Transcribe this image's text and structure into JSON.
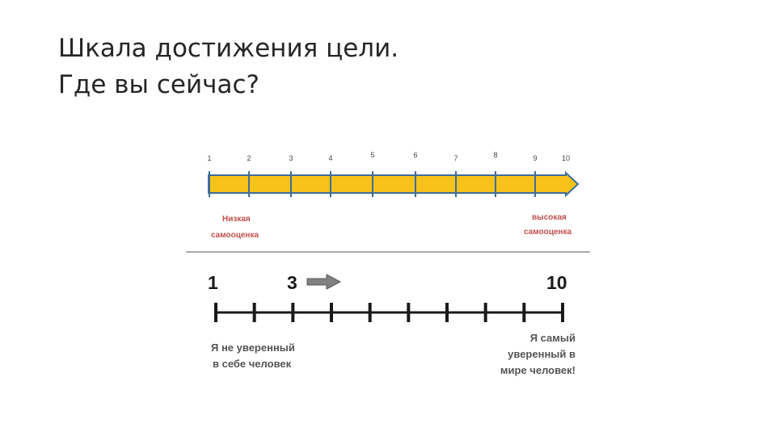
{
  "slide": {
    "title_line1": "Шкала достижения цели.",
    "title_line2": "Где вы сейчас?"
  },
  "colors": {
    "bar_fill": "#f7c21a",
    "bar_border": "#3f6d9a",
    "low_high_text": "#c0504d",
    "scale_line": "#1a1a1a",
    "arrow": "#808080"
  },
  "top_scale": {
    "ticks": [
      "1",
      "2",
      "3",
      "4",
      "5",
      "6",
      "7",
      "8",
      "9",
      "10"
    ],
    "left_label_line1": "Низкая",
    "left_label_line2": "самооценка",
    "right_label_line1": "высокая",
    "right_label_line2": "самооценка"
  },
  "bottom_scale": {
    "tick_count": 10,
    "label_min": "1",
    "label_current": "3",
    "label_max": "10",
    "current_value": 3,
    "left_caption_line1": "Я не уверенный",
    "left_caption_line2": "в себе человек",
    "right_caption_line1": "Я самый",
    "right_caption_line2": "уверенный в",
    "right_caption_line3": "мире человек!"
  }
}
